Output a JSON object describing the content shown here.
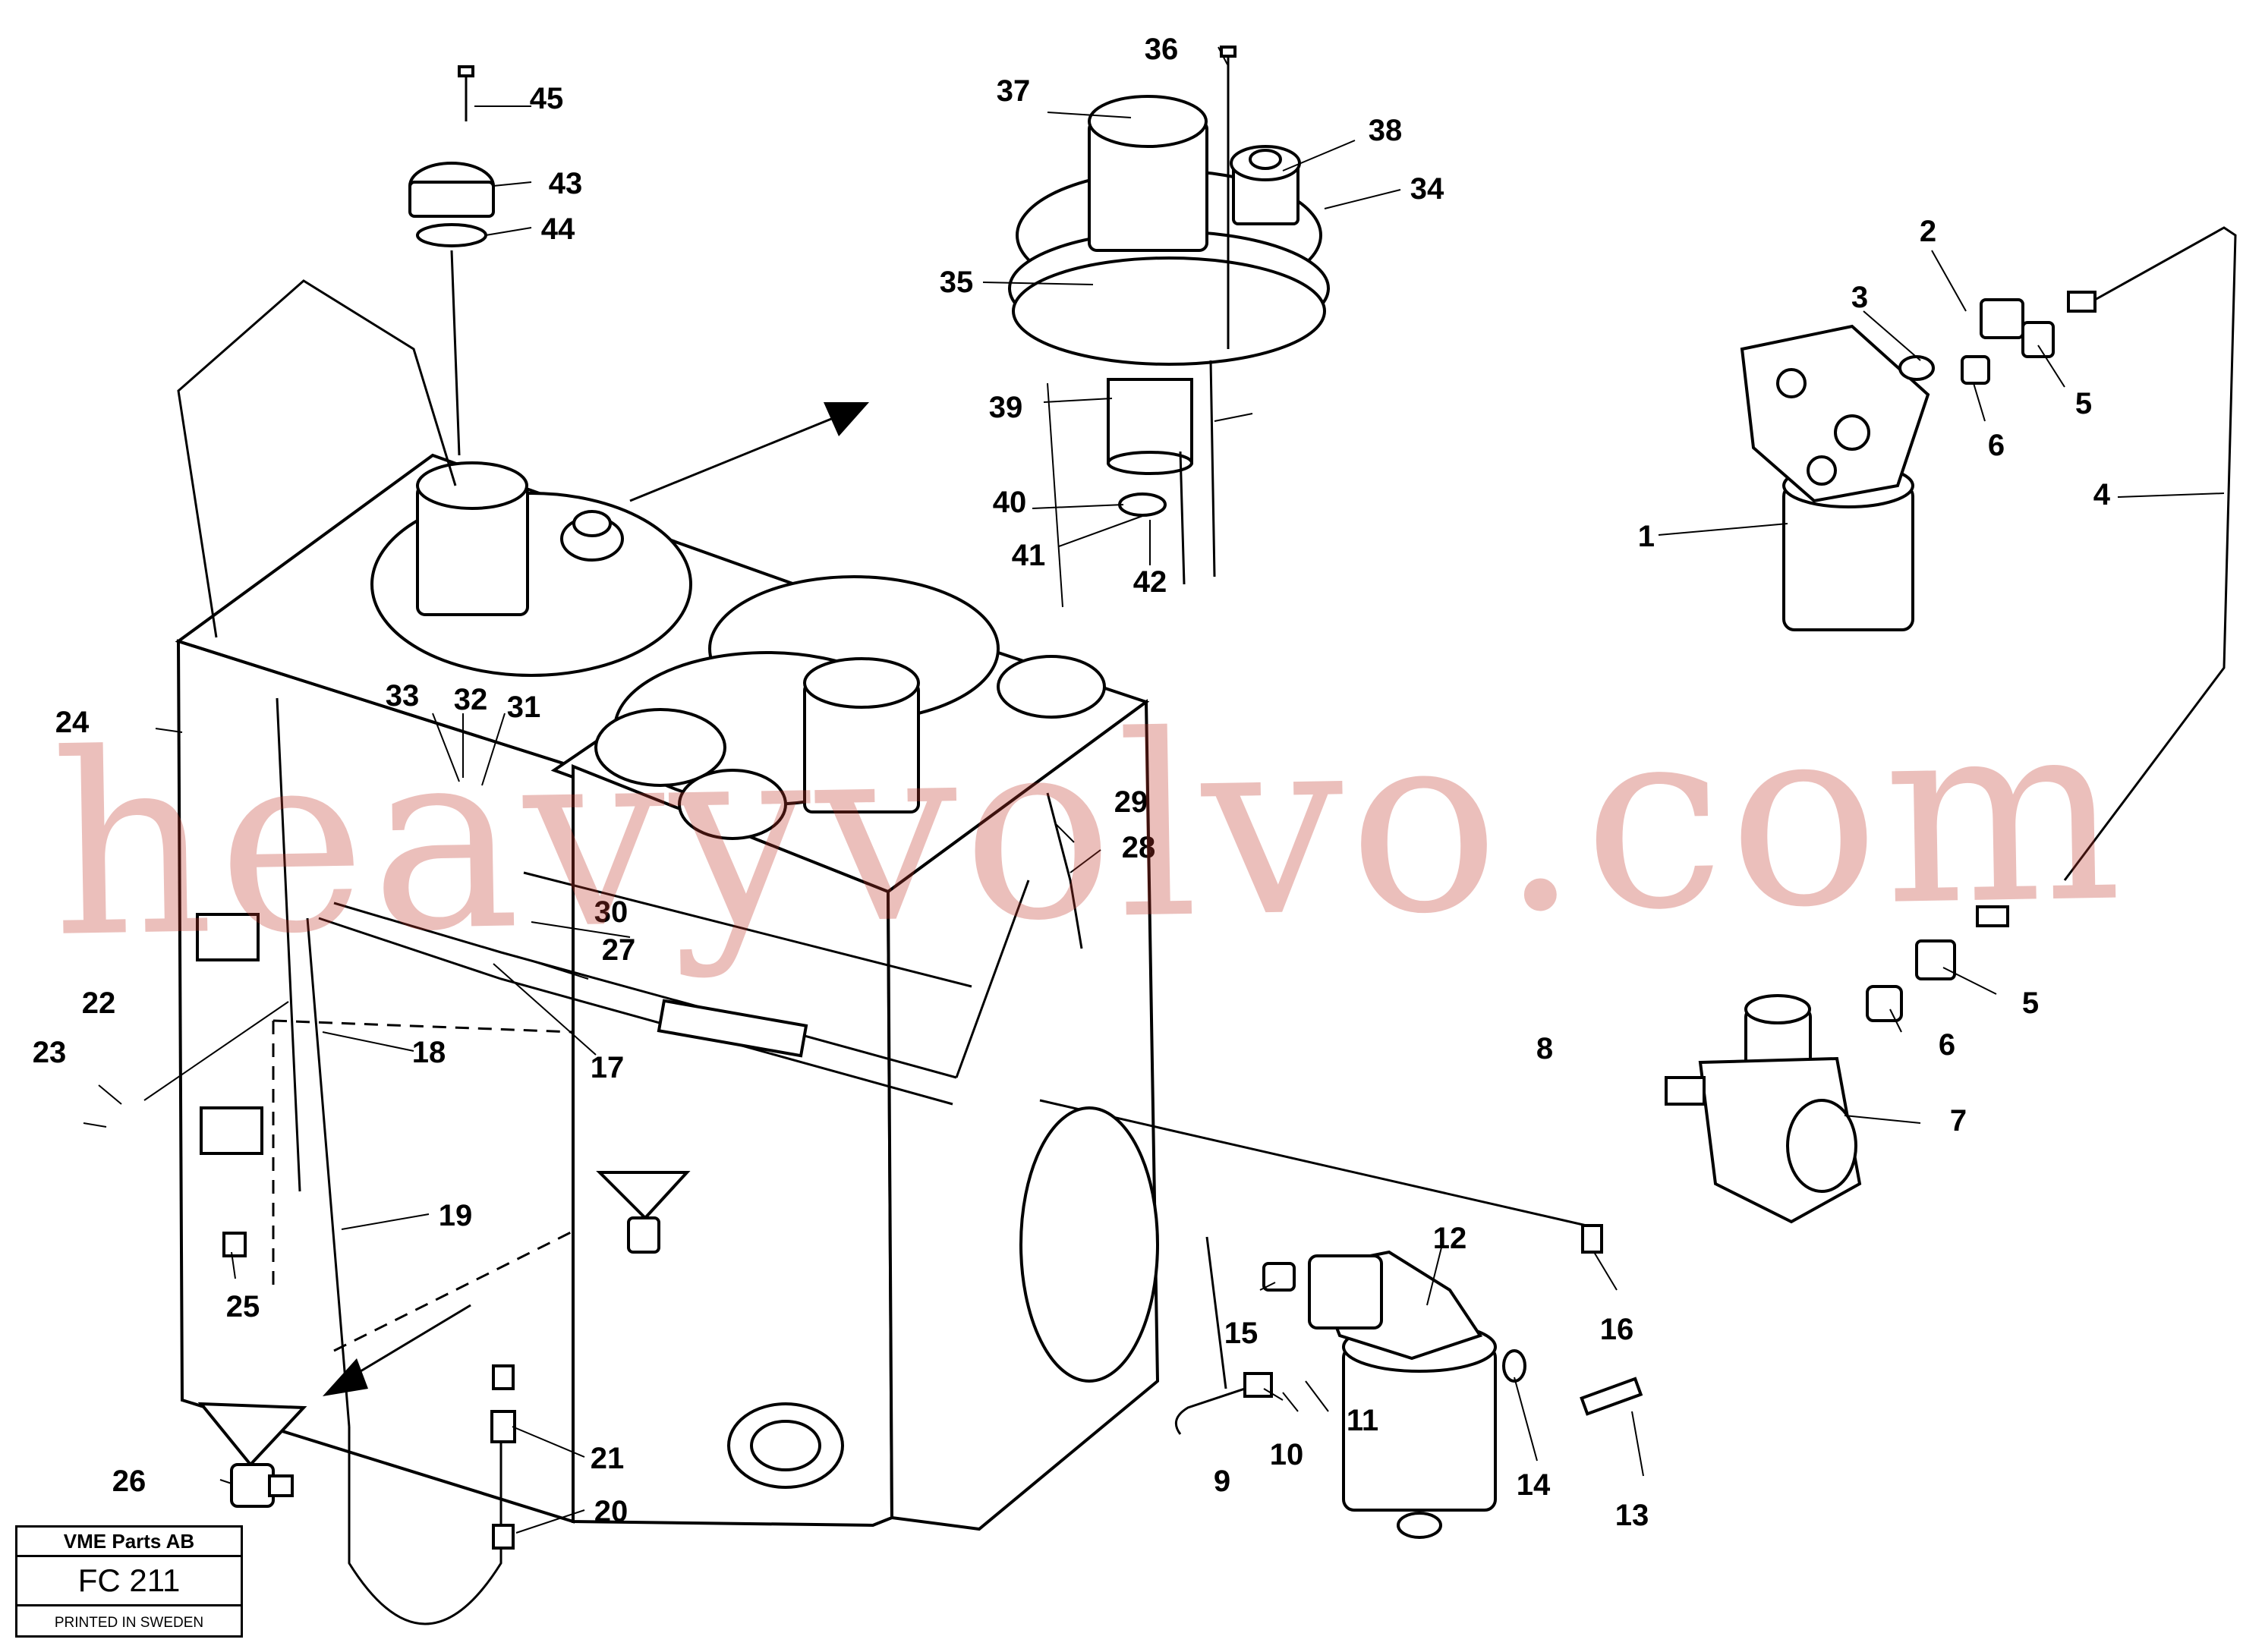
{
  "watermark": "heavyvolvo.com",
  "title_block": {
    "company": "VME Parts AB",
    "figure_code": "FC 211",
    "printed": "PRINTED IN SWEDEN"
  },
  "callouts": [
    "1",
    "2",
    "3",
    "4",
    "5",
    "5",
    "6",
    "6",
    "7",
    "8",
    "9",
    "10",
    "11",
    "12",
    "13",
    "14",
    "15",
    "16",
    "17",
    "18",
    "19",
    "20",
    "21",
    "22",
    "23",
    "24",
    "25",
    "26",
    "27",
    "28",
    "29",
    "30",
    "31",
    "32",
    "33",
    "34",
    "35",
    "36",
    "37",
    "38",
    "39",
    "40",
    "41",
    "42",
    "43",
    "44",
    "45"
  ]
}
